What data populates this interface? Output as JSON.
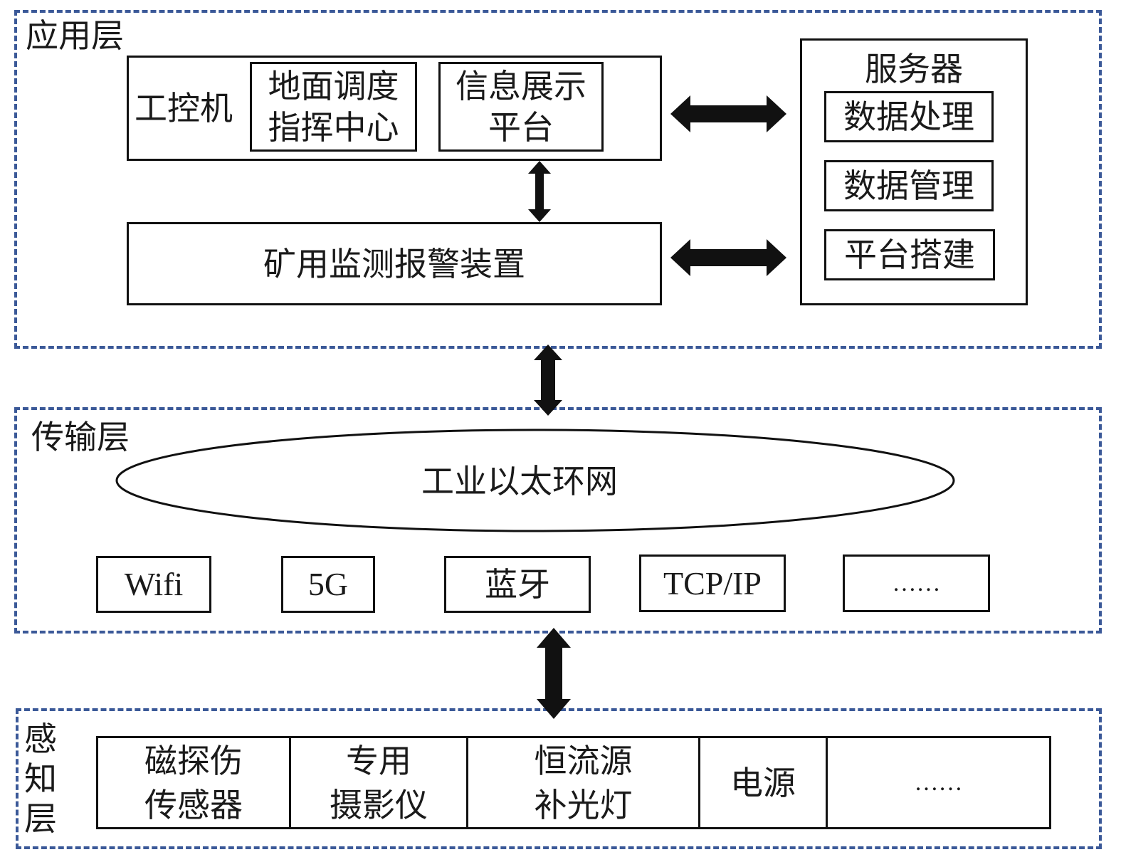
{
  "layers": {
    "application": {
      "title": "应用层",
      "ipc": {
        "label": "工控机",
        "ground_dispatch": [
          "地面调度",
          "指挥中心"
        ],
        "info_display": [
          "信息展示",
          "平台"
        ]
      },
      "alarm_device": "矿用监测报警装置",
      "server": {
        "title": "服务器",
        "items": [
          "数据处理",
          "数据管理",
          "平台搭建"
        ]
      }
    },
    "transmission": {
      "title": "传输层",
      "network": "工业以太环网",
      "protocols": [
        "Wifi",
        "5G",
        "蓝牙",
        "TCP/IP",
        "……"
      ]
    },
    "perception": {
      "title": [
        "感",
        "知",
        "层"
      ],
      "devices": [
        [
          "磁探伤",
          "传感器"
        ],
        [
          "专用",
          "摄影仪"
        ],
        [
          "恒流源",
          "补光灯"
        ],
        [
          "电源"
        ],
        [
          "……"
        ]
      ]
    }
  },
  "colors": {
    "layer_border": "#3b5998",
    "box_border": "#111111",
    "arrow": "#111111"
  }
}
